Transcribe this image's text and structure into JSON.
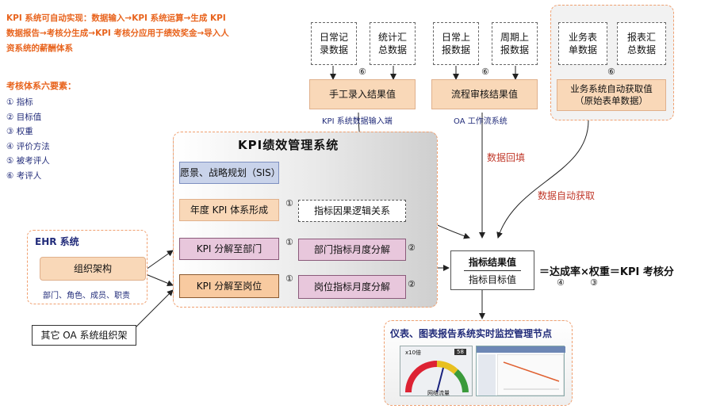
{
  "intro_text": "KPI 系统可自动实现：数据输入→KPI 系统运算→生成 KPI 数据报告→考核分生成→KPI 考核分应用于绩效奖金→导入人资系统的薪酬体系",
  "factors": {
    "title": "考核体系六要素：",
    "items": [
      "① 指标",
      "② 目标值",
      "③ 权重",
      "④ 评价方法",
      "⑤ 被考评人",
      "⑥ 考评人"
    ]
  },
  "sources": {
    "manual_a": "日常记录数据",
    "manual_b": "统计汇总数据",
    "report_a": "日常上报数据",
    "report_b": "周期上报数据",
    "biz_a": "业务表单数据",
    "biz_b": "报表汇总数据"
  },
  "marker_6": "⑥",
  "results": {
    "manual": "手工录入结果值",
    "process": "流程审核结果值",
    "auto": "业务系统自动获取值（原始表单数据）"
  },
  "captions": {
    "manual": "KPI 系统数据输入端",
    "process": "OA 工作流系统"
  },
  "flow_labels": {
    "backfill": "数据回填",
    "auto_fetch": "数据自动获取"
  },
  "kpi_system": {
    "title": "KPI绩效管理系统",
    "vision": "愿景、战略规划（SIS）",
    "annual": "年度 KPI 体系形成",
    "logic": "指标因果逻辑关系",
    "to_dept": "KPI 分解至部门",
    "dept_monthly": "部门指标月度分解",
    "to_post": "KPI 分解至岗位",
    "post_monthly": "岗位指标月度分解",
    "marker_1": "①",
    "marker_2": "②"
  },
  "ehr": {
    "title": "EHR 系统",
    "org": "组织架构",
    "sub": "部门、角色、成员、职责"
  },
  "other_oa": "其它 OA 系统组织架",
  "formula": {
    "numerator": "指标结果值",
    "denominator": "指标目标值",
    "rest": "＝达成率×权重＝KPI 考核分",
    "marker_4": "④",
    "marker_3": "③"
  },
  "dashboard": {
    "title": "仪表、图表报告系统实时监控管理节点",
    "gauge_label": "x10倍",
    "gauge_value": "58",
    "gauge_caption": "网络流量",
    "gauge_level": 0.58
  },
  "colors": {
    "accent_orange": "#e8641e",
    "navy": "#222c7a",
    "red_label": "#c0392b"
  }
}
